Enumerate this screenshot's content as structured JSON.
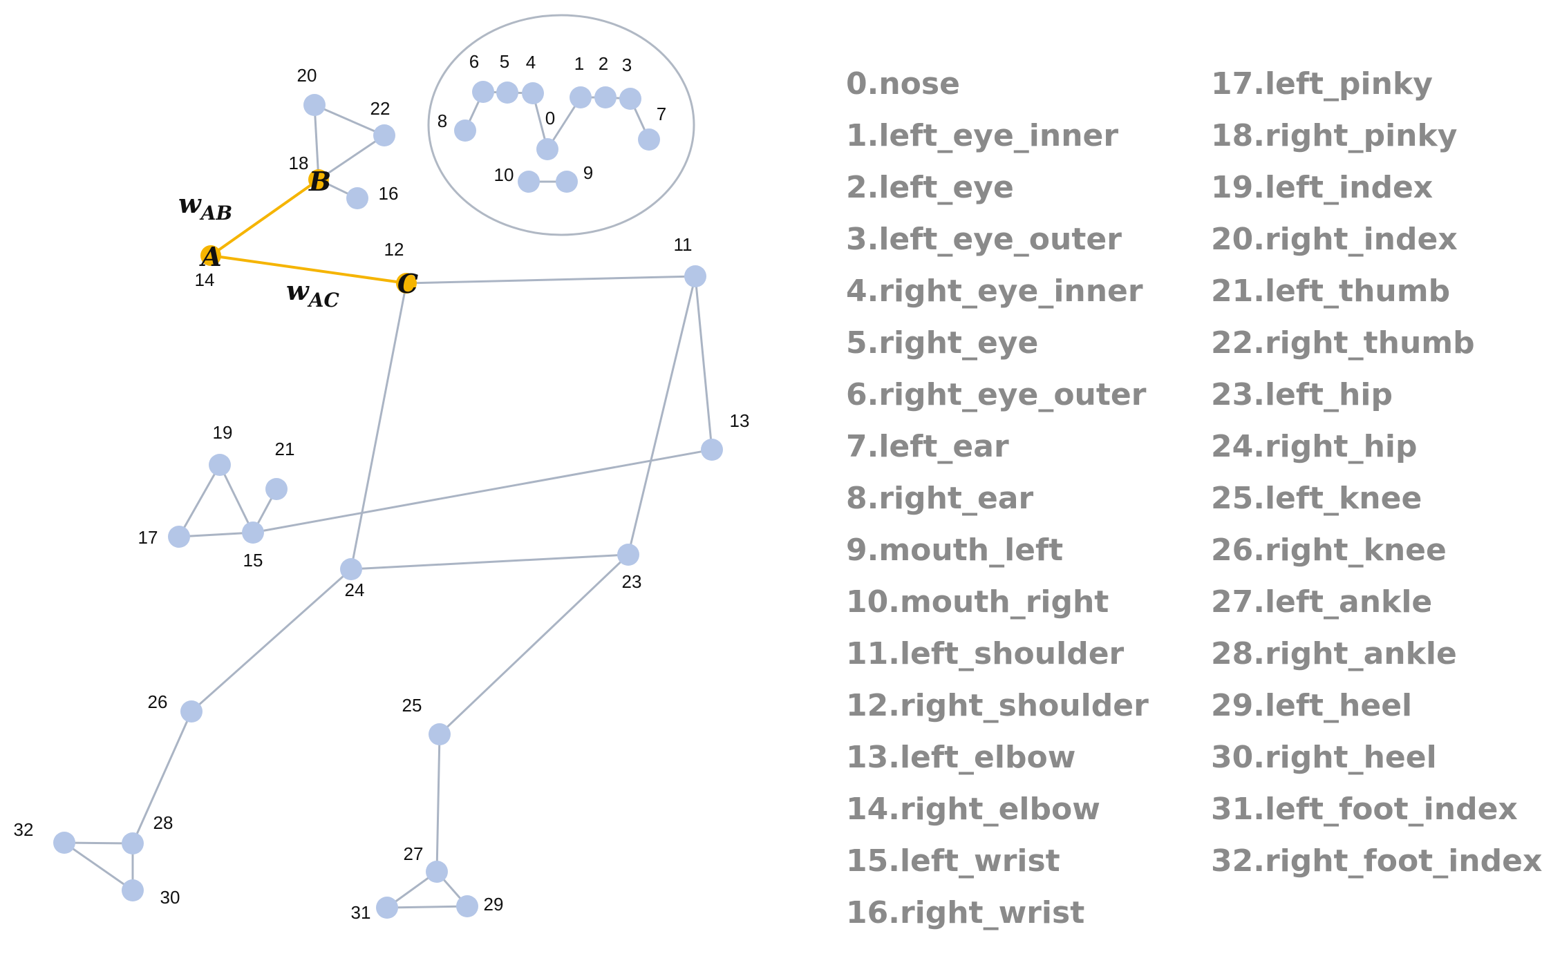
{
  "colors": {
    "node": "#b4c6e7",
    "edge": "#aab4c4",
    "highlight": "#f5b400",
    "legend_text": "#8a8a8a",
    "face_ellipse": "#b0b8c4"
  },
  "graph": {
    "nodes": [
      "0",
      "1",
      "2",
      "3",
      "4",
      "5",
      "6",
      "7",
      "8",
      "9",
      "10",
      "11",
      "12",
      "13",
      "14",
      "15",
      "16",
      "17",
      "18",
      "19",
      "20",
      "21",
      "22",
      "23",
      "24",
      "25",
      "26",
      "27",
      "28",
      "29",
      "30",
      "31",
      "32"
    ],
    "highlight_letters": {
      "A": "A",
      "B": "B",
      "C": "C"
    },
    "weight_AB": {
      "main": "w",
      "sub": "AB"
    },
    "weight_AC": {
      "main": "w",
      "sub": "AC"
    }
  },
  "legend": {
    "left": [
      "0.nose",
      "1.left_eye_inner",
      "2.left_eye",
      "3.left_eye_outer",
      "4.right_eye_inner",
      "5.right_eye",
      "6.right_eye_outer",
      "7.left_ear",
      "8.right_ear",
      "9.mouth_left",
      "10.mouth_right",
      "11.left_shoulder",
      "12.right_shoulder",
      "13.left_elbow",
      "14.right_elbow",
      "15.left_wrist",
      "16.right_wrist"
    ],
    "right": [
      "17.left_pinky",
      "18.right_pinky",
      "19.left_index",
      "20.right_index",
      "21.left_thumb",
      "22.right_thumb",
      "23.left_hip",
      "24.right_hip",
      "25.left_knee",
      "26.right_knee",
      "27.left_ankle",
      "28.right_ankle",
      "29.left_heel",
      "30.right_heel",
      "31.left_foot_index",
      "32.right_foot_index"
    ]
  }
}
